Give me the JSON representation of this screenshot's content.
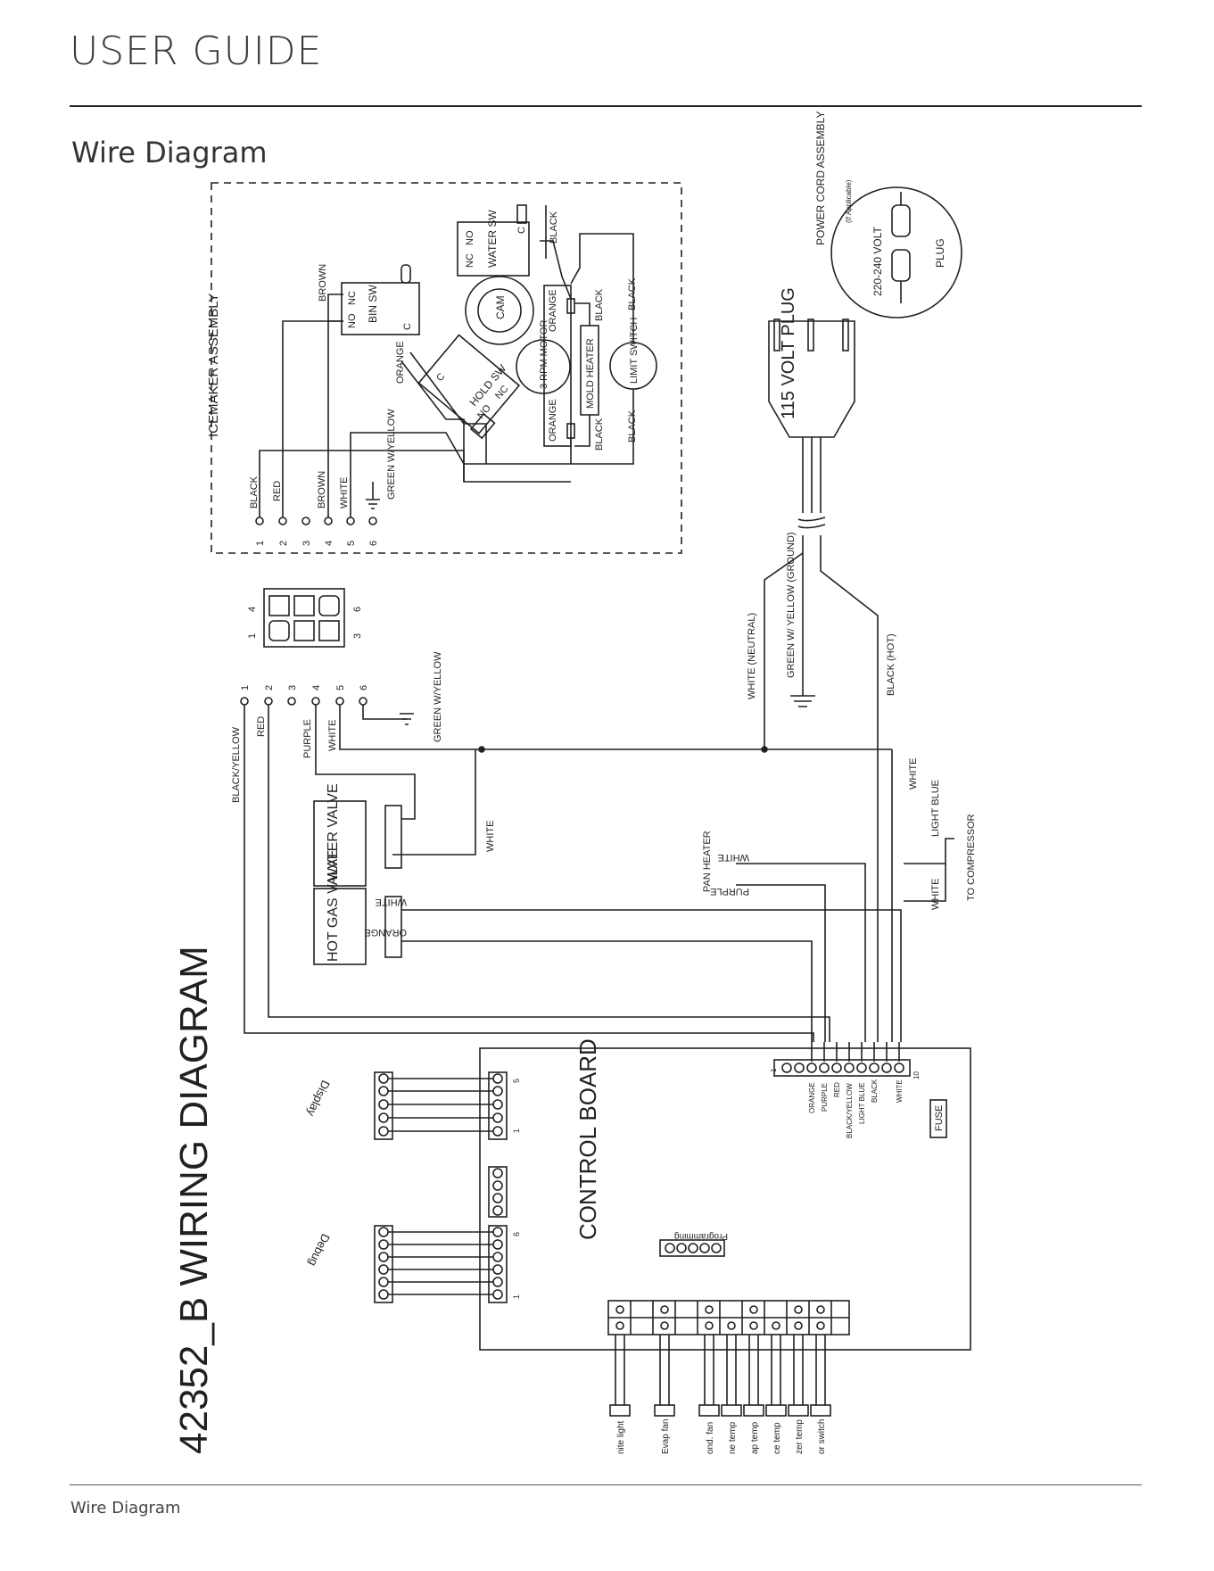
{
  "header": {
    "title": "USER GUIDE"
  },
  "section": {
    "title": "Wire Diagram"
  },
  "footer": {
    "label": "Wire Diagram"
  },
  "diagram": {
    "main_title": "42352_B WIRING DIAGRAM",
    "icemaker": {
      "title": "ICEMAKER ASSEMBLY",
      "pins": [
        "1",
        "2",
        "3",
        "4",
        "5",
        "6"
      ],
      "wires": [
        "BLACK",
        "RED",
        "BROWN",
        "WHITE",
        "GREEN W/YELLOW"
      ],
      "bin_switch": {
        "label": "BIN SW",
        "nc": "NC",
        "no": "NO",
        "c": "C"
      },
      "water_switch": {
        "label": "WATER SW",
        "nc": "NC",
        "no": "NO",
        "c": "C"
      },
      "hold_switch": {
        "label": "HOLD SW",
        "c": "C",
        "no": "NO",
        "nc": "NC"
      },
      "cam": "CAM",
      "motor": "3 RPM MOTOR",
      "mold_heater": "MOLD HEATER",
      "limit_switch": "LIMIT SWITCH",
      "internal_wires": {
        "brown": "BROWN",
        "orange": "ORANGE",
        "black": "BLACK"
      }
    },
    "connector": {
      "pins_top": [
        "1",
        "4"
      ],
      "pins_bottom": [
        "3",
        "6"
      ]
    },
    "harness": {
      "pins": [
        "1",
        "2",
        "3",
        "4",
        "5",
        "6"
      ],
      "wires": [
        "BLACK/YELLOW",
        "RED",
        "PURPLE",
        "WHITE",
        "GREEN W/YELLOW"
      ]
    },
    "water_valve": "WATER VALVE",
    "hot_gas_valve": "HOT GAS VALVE",
    "pan_heater": "PAN HEATER",
    "wire_labels": {
      "white": "WHITE",
      "orange": "ORANGE",
      "purple": "PURPLE",
      "light_blue": "LIGHT BLUE",
      "to_compressor": "TO COMPRESSOR"
    },
    "plug_115": "115 VOLT PLUG",
    "power_cord": {
      "title": "POWER CORD ASSEMBLY",
      "note": "(If Applicable)",
      "voltage": "220-240 VOLT",
      "plug": "PLUG"
    },
    "cord_wires": {
      "neutral": "WHITE (NEUTRAL)",
      "ground": "GREEN W/ YELLOW (GROUND)",
      "hot": "BLACK (HOT)"
    },
    "control_board": {
      "title": "CONTROL BOARD",
      "display": "Display",
      "debug": "Debug",
      "programming": "Programming",
      "fuse": "FUSE",
      "main_pins": [
        "1",
        "10"
      ],
      "main_wires": [
        "ORANGE",
        "PURPLE",
        "RED",
        "BLACK/YELLOW",
        "LIGHT BLUE",
        "BLACK",
        "WHITE"
      ],
      "display_pins": [
        "1",
        "5"
      ],
      "debug_pins": [
        "1",
        "6"
      ],
      "sensors": [
        "nite light",
        "Evap fan",
        "ond. fan",
        "ne temp",
        "ap temp",
        "ce temp",
        "zer temp",
        "or switch"
      ]
    }
  }
}
